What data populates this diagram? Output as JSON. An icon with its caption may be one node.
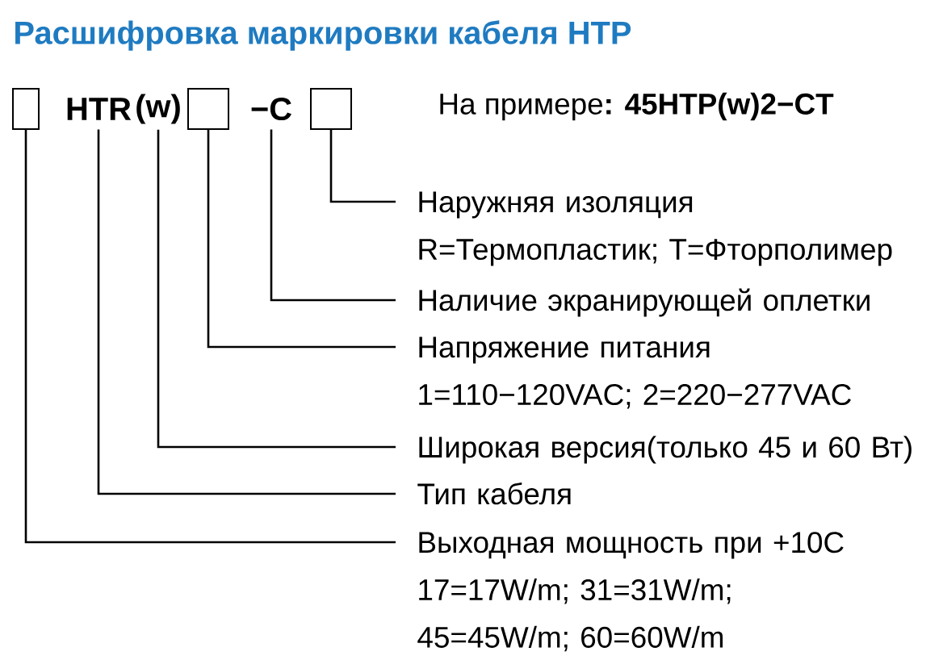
{
  "diagram": {
    "title": "Расшифровка маркировки кабеля HTP",
    "nodes": [
      {
        "text": [],
        "shape": "box"
      },
      {
        "text": [
          "HTR"
        ]
      },
      {
        "text": [
          "(w)"
        ]
      },
      {
        "text": [],
        "shape": "box"
      },
      {
        "text": [
          "−C"
        ]
      },
      {
        "text": [],
        "shape": "box"
      },
      {
        "text": [
          "Наружняя изоляция",
          "R=Термопластик; T=Фторполимер"
        ]
      },
      {
        "text": [
          "Наличие экранирующей оплетки"
        ]
      },
      {
        "text": [
          "Напряжение питания",
          "1=110−120VAC; 2=220−277VAC"
        ]
      },
      {
        "text": [
          "Широкая версия(только 45 и 60 Вт)"
        ]
      },
      {
        "text": [
          "Тип кабеля"
        ]
      },
      {
        "text": [
          "Выходная мощность при +10C",
          "17=17W/m; 31=31W/m; 45=45W/m; 60=60W/m"
        ]
      }
    ],
    "edges": [
      {
        "from": 5,
        "to": 6,
        "arrow": "none"
      },
      {
        "from": 4,
        "to": 7,
        "arrow": "none"
      },
      {
        "from": 3,
        "to": 8,
        "arrow": "none"
      },
      {
        "from": 2,
        "to": 9,
        "arrow": "none"
      },
      {
        "from": 1,
        "to": 10,
        "arrow": "none"
      },
      {
        "from": 0,
        "to": 11,
        "arrow": "none"
      }
    ],
    "labels": [
      "На примере**: 45HTP(w)2−CT**"
    ]
  }
}
